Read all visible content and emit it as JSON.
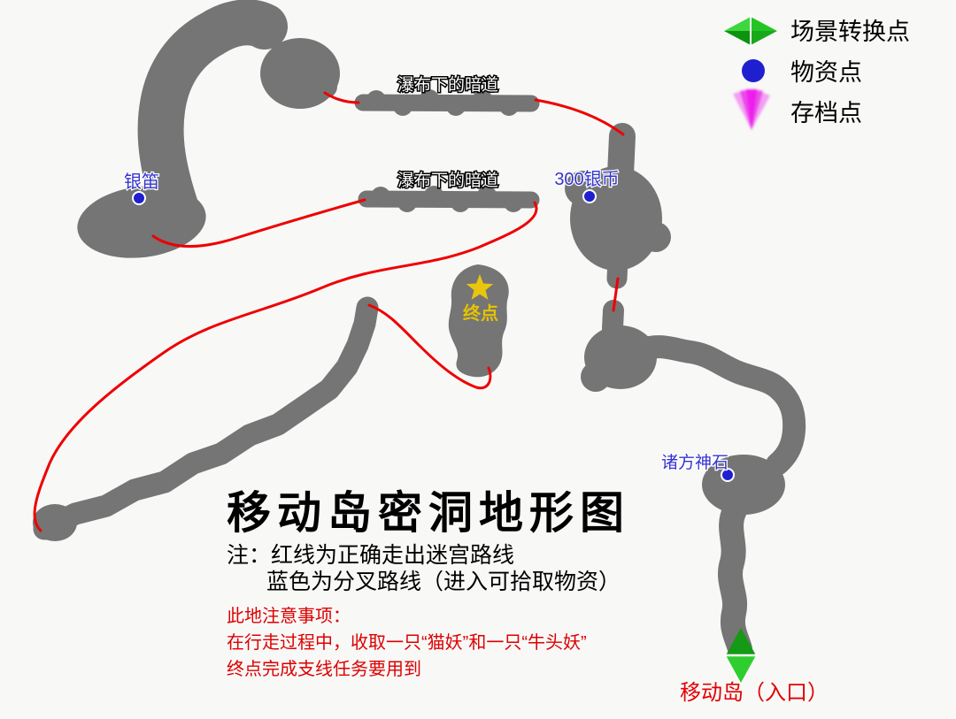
{
  "legend": {
    "items": [
      {
        "icon": "scene-transition-icon",
        "label": "场景转换点"
      },
      {
        "icon": "supply-point-icon",
        "label": "物资点"
      },
      {
        "icon": "save-point-icon",
        "label": "存档点"
      }
    ]
  },
  "map": {
    "passage_label_top": "瀑布下的暗道",
    "passage_label_middle": "瀑布下的暗道",
    "items": [
      {
        "label": "银笛"
      },
      {
        "label": "300银币"
      },
      {
        "label": "诸方神石"
      }
    ],
    "endpoint": {
      "label": "终点"
    },
    "entrance": {
      "label": "移动岛（入口）"
    }
  },
  "info": {
    "title": "移动岛密洞地形图",
    "notes": [
      "注：红线为正确走出迷宫路线",
      "蓝色为分叉路线（进入可拾取物资）"
    ],
    "warnings": [
      "此地注意事项：",
      "在行走过程中，收取一只“猫妖”和一只“牛头妖”",
      "终点完成支线任务要用到"
    ]
  },
  "colors": {
    "background": "#f8f8f7",
    "terrain_gray": "#757575",
    "route_red": "#ee0000",
    "supply_blue": "#1f1fd0",
    "label_blue": "#3434ce",
    "endpoint_yellow": "#e5c300",
    "transition_green_dark": "#149a14",
    "transition_green_light": "#2fce2f",
    "save_magenta": "#e621e6",
    "warning_red": "#dd0000"
  }
}
